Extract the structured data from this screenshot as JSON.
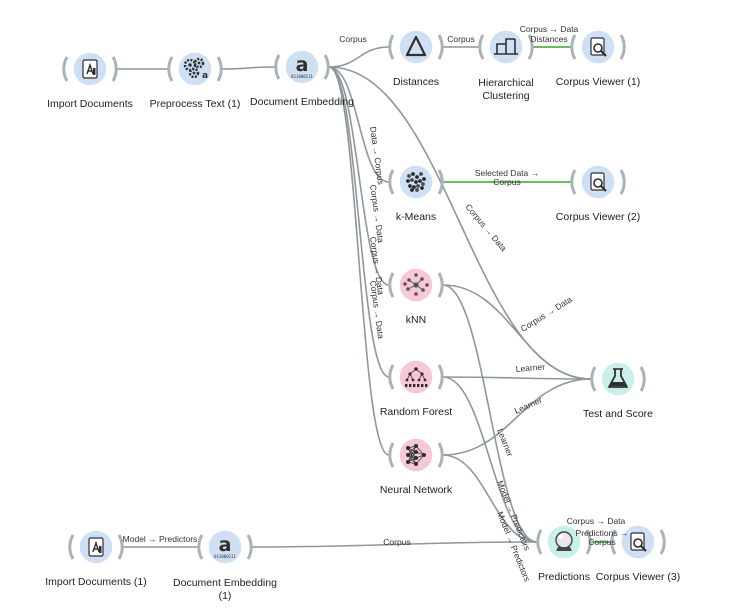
{
  "widgets": [
    {
      "id": "import1",
      "label": "Import Documents",
      "label2": "",
      "category": "text",
      "icon": "import-documents-icon"
    },
    {
      "id": "preprocess",
      "label": "Preprocess Text (1)",
      "label2": "",
      "category": "text",
      "icon": "preprocess-text-icon"
    },
    {
      "id": "embed1",
      "label": "Document Embedding",
      "label2": "",
      "category": "text",
      "icon": "document-embedding-icon"
    },
    {
      "id": "distances",
      "label": "Distances",
      "label2": "",
      "category": "text",
      "icon": "distances-icon"
    },
    {
      "id": "hier",
      "label": "Hierarchical",
      "label2": "Clustering",
      "category": "text",
      "icon": "hierarchical-clustering-icon"
    },
    {
      "id": "cv1",
      "label": "Corpus Viewer (1)",
      "label2": "",
      "category": "text",
      "icon": "corpus-viewer-icon"
    },
    {
      "id": "kmeans",
      "label": "k-Means",
      "label2": "",
      "category": "text",
      "icon": "k-means-icon"
    },
    {
      "id": "cv2",
      "label": "Corpus Viewer (2)",
      "label2": "",
      "category": "text",
      "icon": "corpus-viewer-icon"
    },
    {
      "id": "knn",
      "label": "kNN",
      "label2": "",
      "category": "model",
      "icon": "knn-icon"
    },
    {
      "id": "rf",
      "label": "Random Forest",
      "label2": "",
      "category": "model",
      "icon": "random-forest-icon"
    },
    {
      "id": "nn",
      "label": "Neural Network",
      "label2": "",
      "category": "model",
      "icon": "neural-network-icon"
    },
    {
      "id": "ts",
      "label": "Test and Score",
      "label2": "",
      "category": "eval",
      "icon": "test-and-score-icon"
    },
    {
      "id": "import2",
      "label": "Import Documents (1)",
      "label2": "",
      "category": "text",
      "icon": "import-documents-icon"
    },
    {
      "id": "embed2",
      "label": "Document Embedding",
      "label2": "(1)",
      "category": "text",
      "icon": "document-embedding-icon"
    },
    {
      "id": "pred",
      "label": "Predictions",
      "label2": "",
      "category": "eval",
      "icon": "predictions-icon"
    },
    {
      "id": "cv3",
      "label": "Corpus Viewer (3)",
      "label2": "",
      "category": "text",
      "icon": "corpus-viewer-icon"
    }
  ],
  "links": [
    {
      "from": "import1",
      "to": "preprocess",
      "label": "Corpus",
      "label2": "",
      "active": false
    },
    {
      "from": "preprocess",
      "to": "embed1",
      "label": "Corpus",
      "label2": "",
      "active": false
    },
    {
      "from": "embed1",
      "to": "distances",
      "label": "Corpus → Data",
      "label2": "",
      "active": false
    },
    {
      "from": "distances",
      "to": "hier",
      "label": "Distances",
      "label2": "",
      "active": false
    },
    {
      "from": "hier",
      "to": "cv1",
      "label": "Selected Data →",
      "label2": "Corpus",
      "active": true
    },
    {
      "from": "embed1",
      "to": "kmeans",
      "label": "Corpus → Data",
      "label2": "",
      "active": false
    },
    {
      "from": "kmeans",
      "to": "cv2",
      "label": "Data → Corpus",
      "label2": "",
      "active": true
    },
    {
      "from": "embed1",
      "to": "ts",
      "label": "Corpus → Data",
      "label2": "",
      "active": false
    },
    {
      "from": "embed1",
      "to": "knn",
      "label": "Corpus → Data",
      "label2": "",
      "active": false
    },
    {
      "from": "embed1",
      "to": "rf",
      "label": "Corpus → Data",
      "label2": "",
      "active": false
    },
    {
      "from": "embed1",
      "to": "nn",
      "label": "Corpus → Data",
      "label2": "",
      "active": false
    },
    {
      "from": "knn",
      "to": "ts",
      "label": "Learner",
      "label2": "",
      "active": false
    },
    {
      "from": "rf",
      "to": "ts",
      "label": "Learner",
      "label2": "",
      "active": false
    },
    {
      "from": "nn",
      "to": "ts",
      "label": "Learner",
      "label2": "",
      "active": false
    },
    {
      "from": "knn",
      "to": "pred",
      "label": "Model → Predictors",
      "label2": "",
      "active": false
    },
    {
      "from": "rf",
      "to": "pred",
      "label": "Model → Predictors",
      "label2": "",
      "active": false
    },
    {
      "from": "nn",
      "to": "pred",
      "label": "Model → Predictors",
      "label2": "",
      "active": false
    },
    {
      "from": "import2",
      "to": "embed2",
      "label": "Corpus",
      "label2": "",
      "active": false
    },
    {
      "from": "embed2",
      "to": "pred",
      "label": "Corpus → Data",
      "label2": "",
      "active": false
    },
    {
      "from": "pred",
      "to": "cv3",
      "label": "Predictions →",
      "label2": "Corpus",
      "active": true
    }
  ],
  "colors": {
    "text_node": "#cfe0f4",
    "model_node": "#f8c8d8",
    "eval_node": "#c9efea",
    "link": "#8e979c",
    "active_link": "#55b24a",
    "connector": "#a9b3b9",
    "icon": "#2f2f2f"
  }
}
